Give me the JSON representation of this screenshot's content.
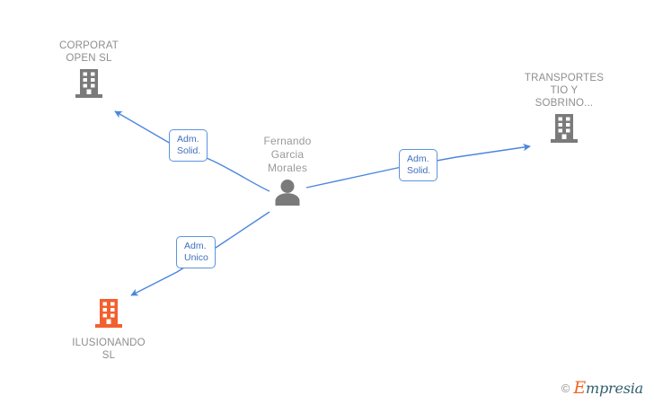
{
  "graph": {
    "nodes": [
      {
        "id": "corporat-open-sl",
        "name": "CORPORAT\nOPEN  SL",
        "icon": "building-icon",
        "color": "#7a7a7a",
        "label_position": "above"
      },
      {
        "id": "transportes-tio-y-sobrino",
        "name": "TRANSPORTES\nTIO Y\nSOBRINO...",
        "icon": "building-icon",
        "color": "#7a7a7a",
        "label_position": "above"
      },
      {
        "id": "fernando-garcia-morales",
        "name": "Fernando\nGarcia\nMorales",
        "icon": "person-icon",
        "color": "#7a7a7a",
        "label_position": "above"
      },
      {
        "id": "ilusionando-sl",
        "name": "ILUSIONANDO\nSL",
        "icon": "building-icon",
        "color": "#f2602f",
        "label_position": "below"
      }
    ],
    "edges": [
      {
        "id": "edge-corporat-open",
        "label": "Adm.\nSolid.",
        "from": "fernando-garcia-morales",
        "to": "corporat-open-sl",
        "color": "#4a86dd"
      },
      {
        "id": "edge-transportes",
        "label": "Adm.\nSolid.",
        "from": "fernando-garcia-morales",
        "to": "transportes-tio-y-sobrino",
        "color": "#4a86dd"
      },
      {
        "id": "edge-ilusionando",
        "label": "Adm.\nUnico",
        "from": "fernando-garcia-morales",
        "to": "ilusionando-sl",
        "color": "#4a86dd"
      }
    ]
  },
  "watermark": {
    "copyright": "©",
    "brand_initial": "E",
    "brand_rest": "mpresia"
  }
}
